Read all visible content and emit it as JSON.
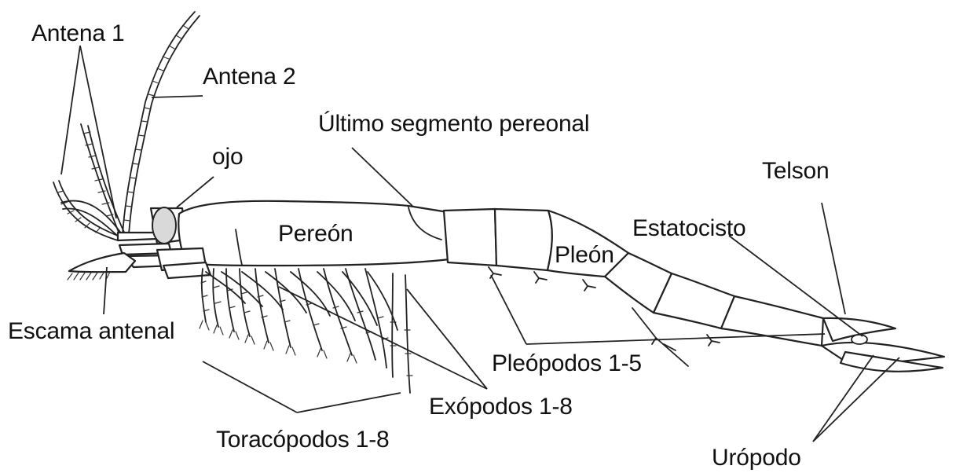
{
  "labels": {
    "antena_1": "Antena 1",
    "antena_2": "Antena 2",
    "ultimo_segmento": "Último segmento pereonal",
    "ojo": "ojo",
    "pereon": "Pereón",
    "pleon": "Pleón",
    "telson": "Telson",
    "estatocisto": "Estatocisto",
    "escama_antenal": "Escama antenal",
    "pleopodos": "Pleópodos 1-5",
    "exopodos": "Exópodos 1-8",
    "toracopodos": "Toracópodos 1-8",
    "uropodo": "Urópodo"
  },
  "colors": {
    "line": "#222222",
    "eye_fill": "#d9d9d9",
    "background": "#ffffff"
  }
}
